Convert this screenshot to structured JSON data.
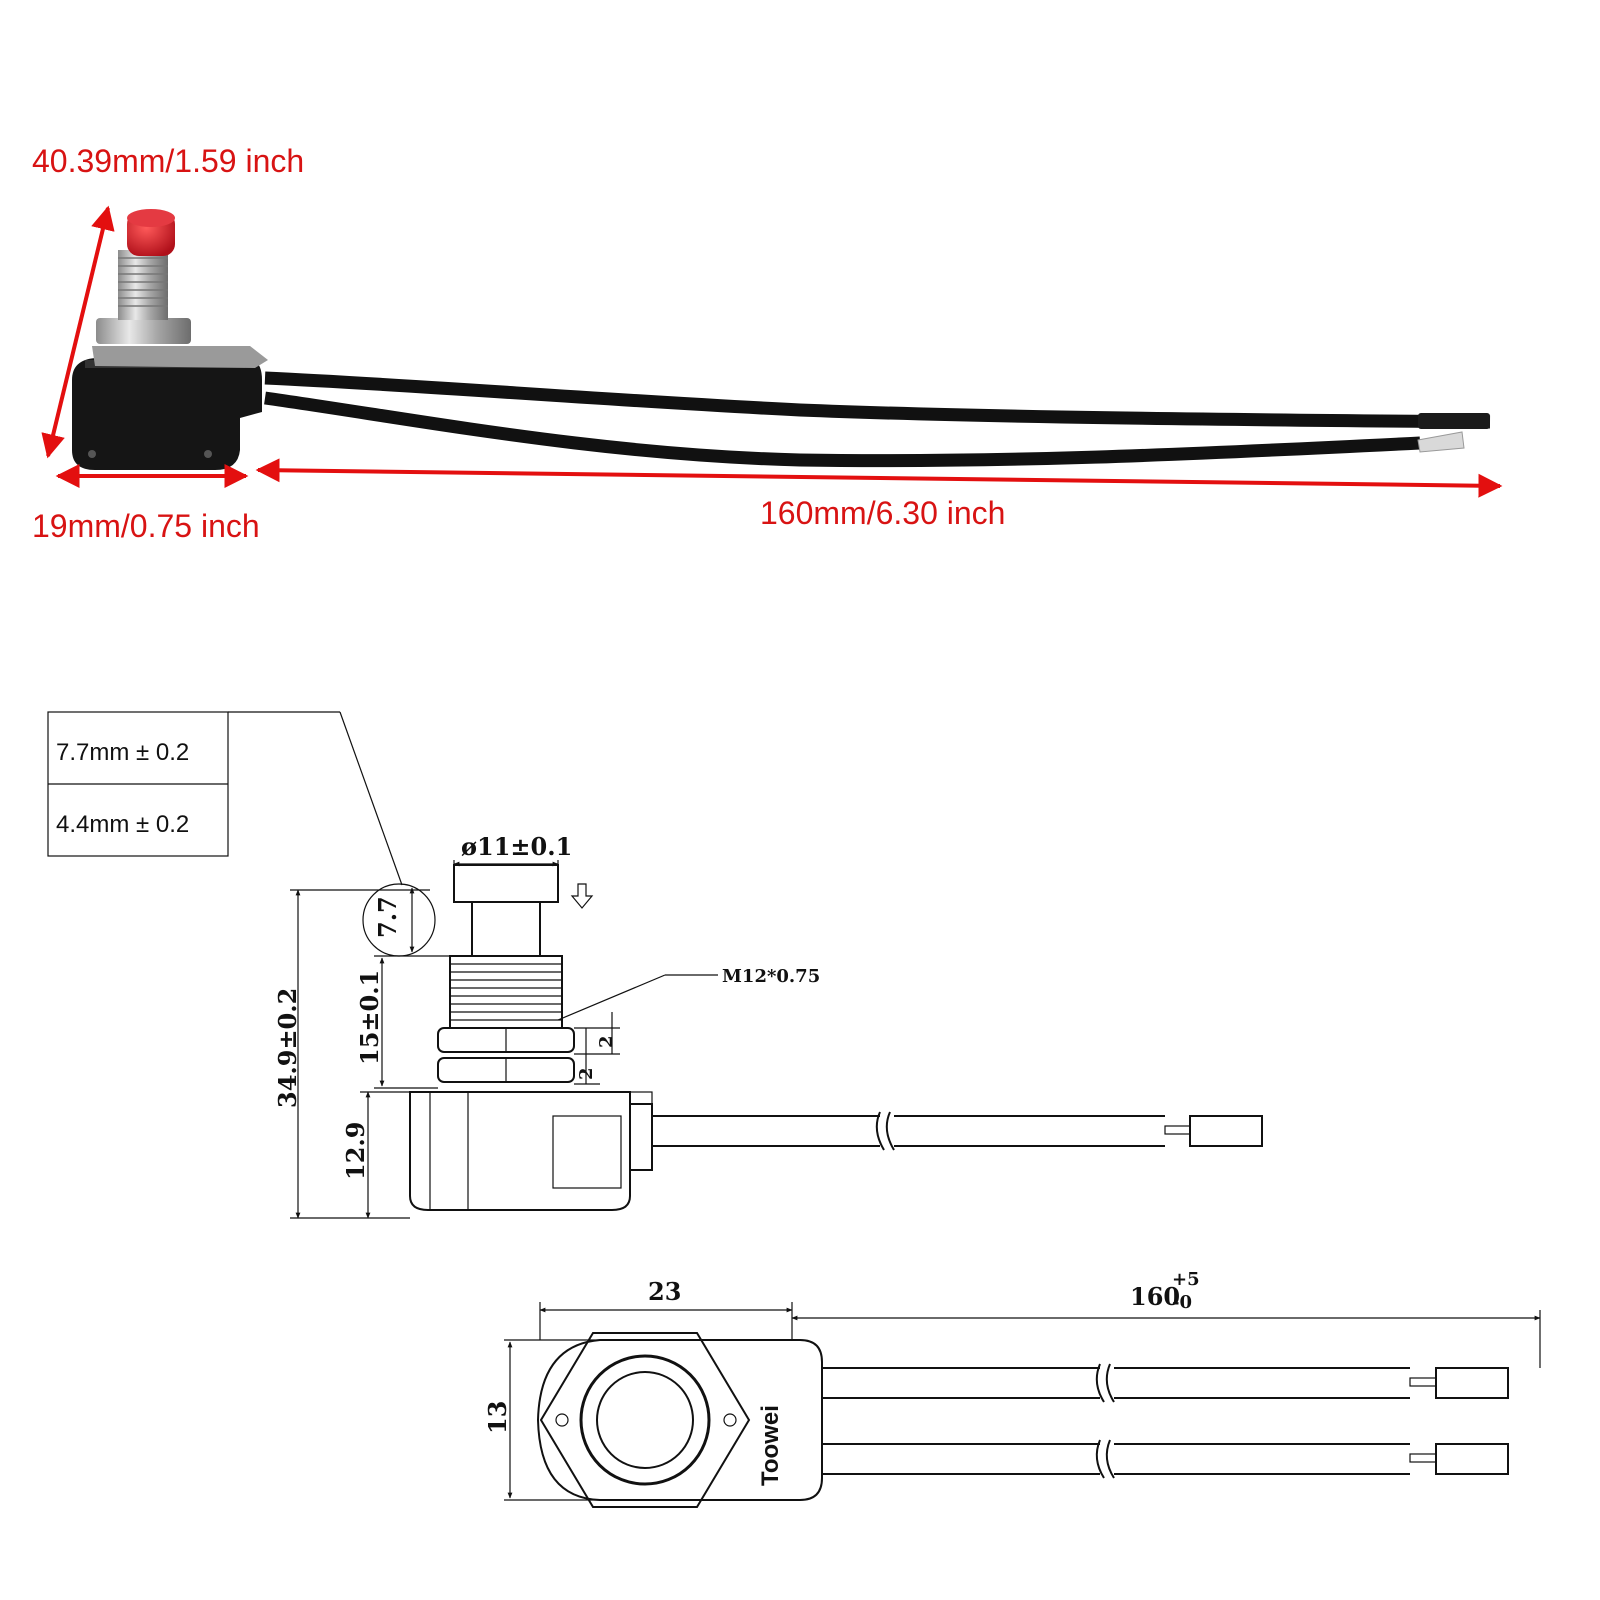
{
  "colors": {
    "dimension_red": "#e30f0f",
    "button_red": "#d2202a",
    "body_black": "#151515",
    "metal": "#b9b9b9",
    "line_black": "#111111"
  },
  "photo": {
    "height_label": "40.39mm/1.59 inch",
    "width_label": "19mm/0.75 inch",
    "length_label": "160mm/6.30 inch"
  },
  "spec_table": {
    "rows": [
      "7.7mm ± 0.2",
      "4.4mm ± 0.2"
    ]
  },
  "side_view": {
    "button_diameter": "ø11±0.1",
    "button_travel": "7.7",
    "thread": "M12*0.75",
    "total_height": "34.9±0.2",
    "thread_height": "15±0.1",
    "nut_thickness_1": "2",
    "nut_thickness_2": "2",
    "base_height": "12.9",
    "press_icon": "down-arrow-icon"
  },
  "top_view": {
    "width": "23",
    "length": "160",
    "length_tol_upper": "+5",
    "length_tol_lower": "-0",
    "height": "13",
    "brand": "Toowei"
  }
}
